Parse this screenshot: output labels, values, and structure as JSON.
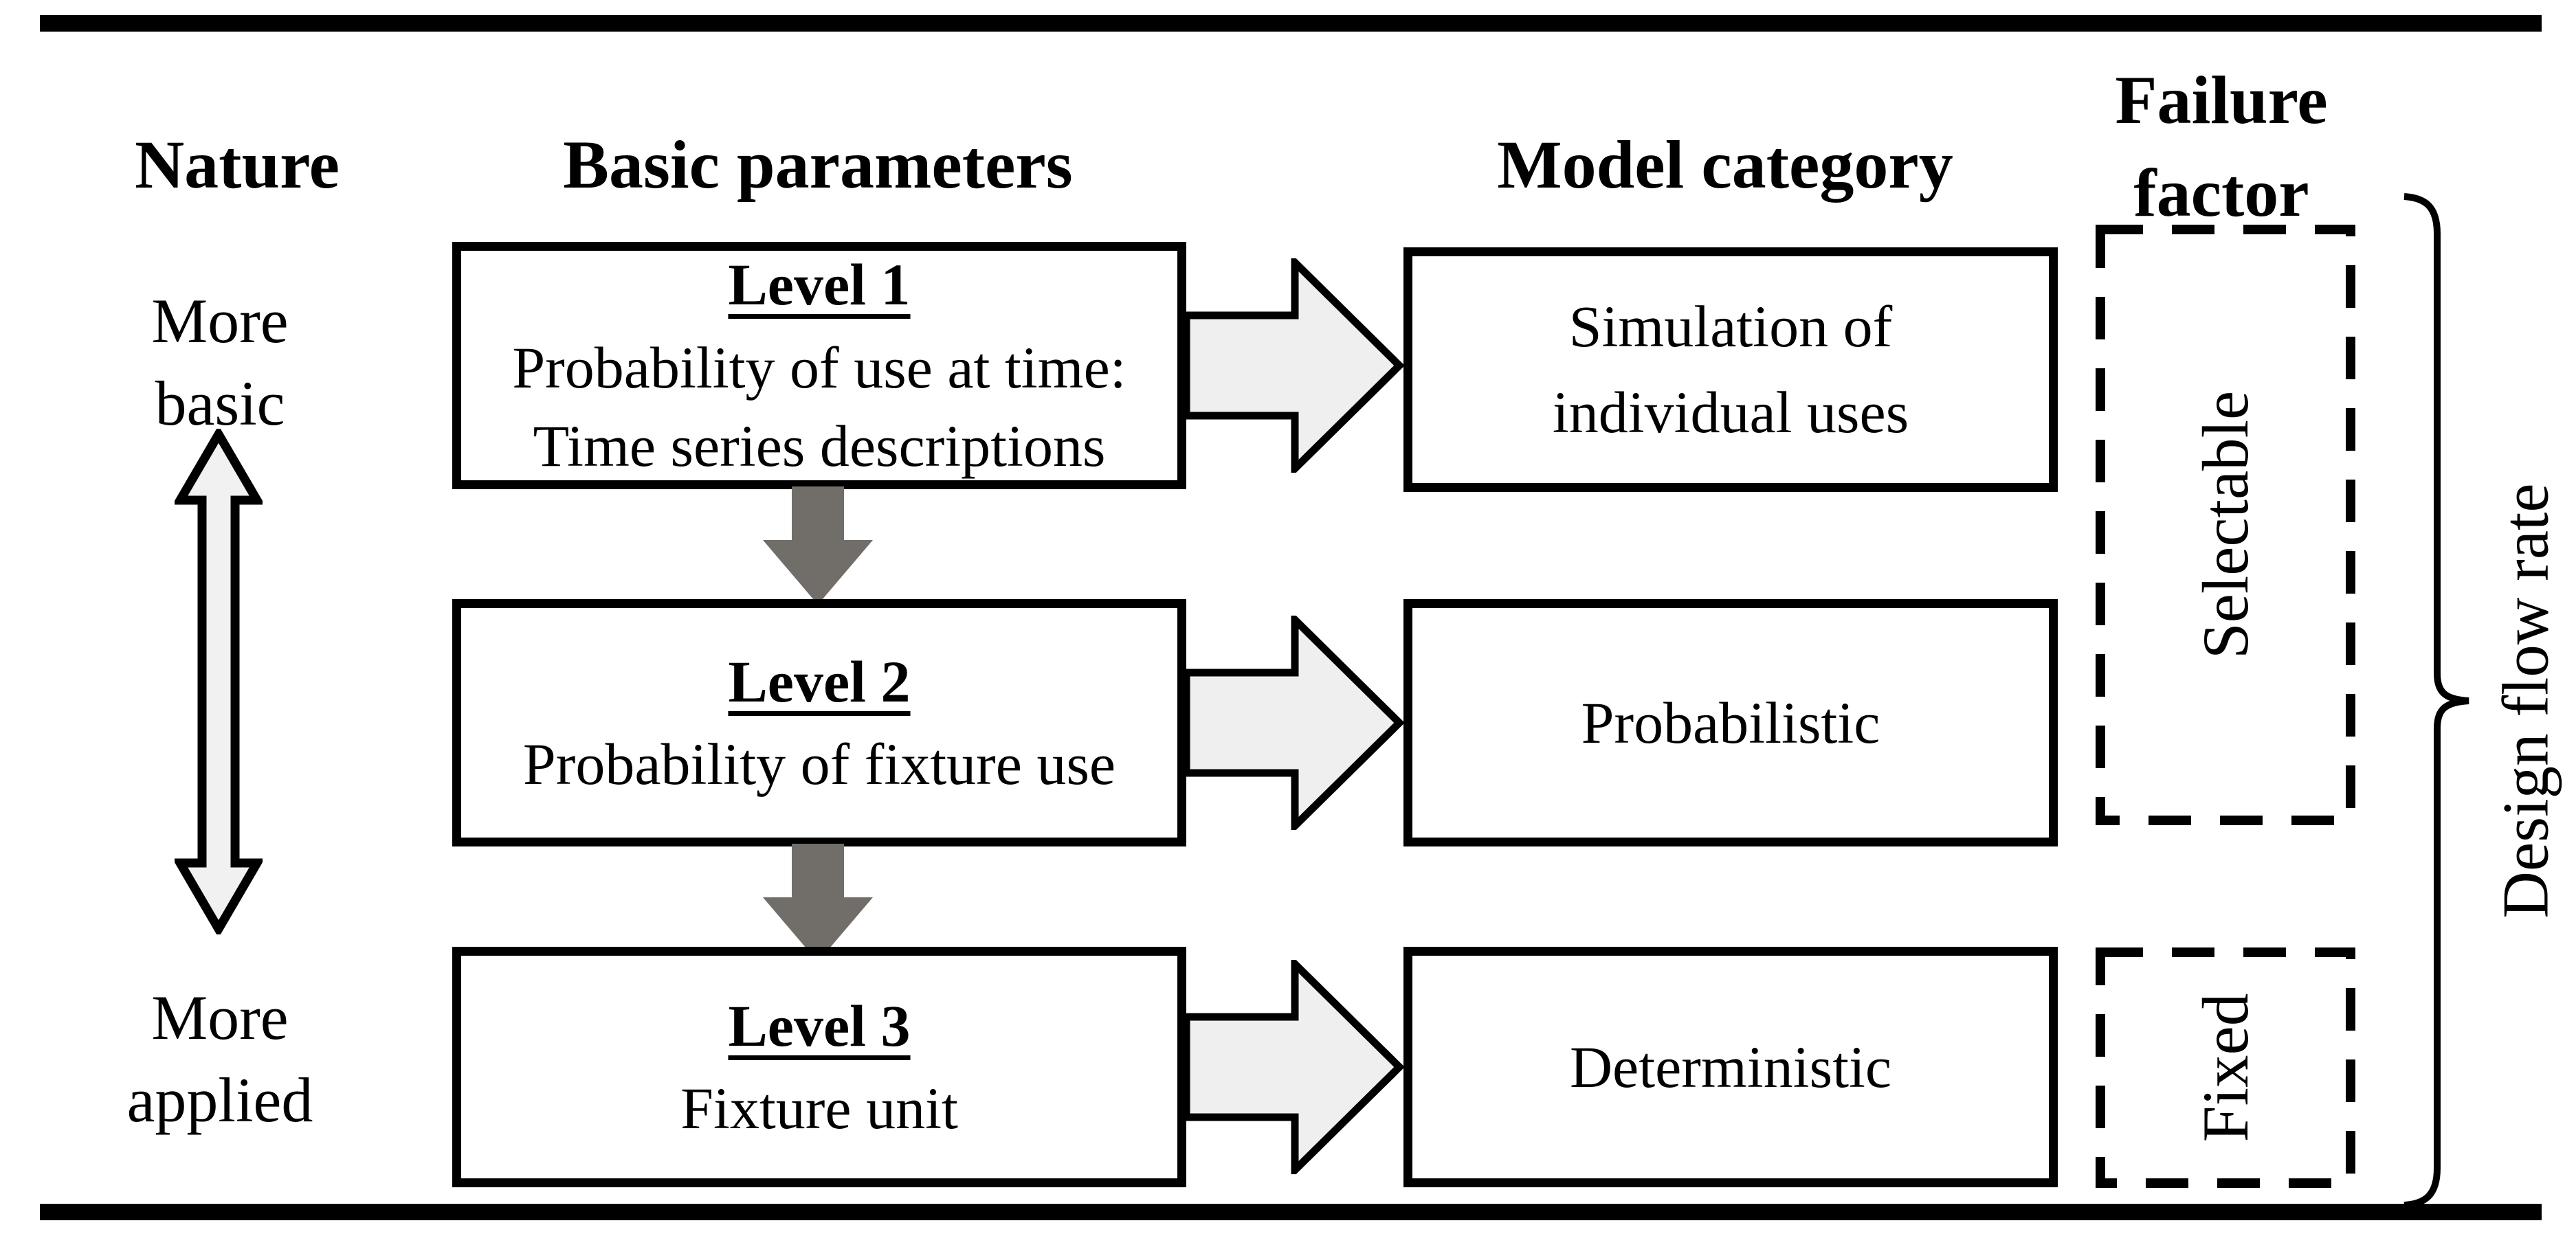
{
  "colors": {
    "ink": "#000000",
    "down-arrow-gray": "#716d69",
    "block-arrow-fill": "#efefef",
    "double-arrow-fill": "#f1f1f1",
    "background": "#ffffff"
  },
  "column_headers": {
    "nature": "Nature",
    "basic_parameters": "Basic parameters",
    "model_category": "Model category",
    "failure_factor_line1": "Failure",
    "failure_factor_line2": "factor"
  },
  "nature_axis": {
    "top_label_line1": "More",
    "top_label_line2": "basic",
    "bottom_label_line1": "More",
    "bottom_label_line2": "applied"
  },
  "rows": [
    {
      "level_title": "Level 1",
      "level_line1": "Probability of use at time:",
      "level_line2": "Time series descriptions",
      "model_line1": "Simulation of",
      "model_line2": "individual uses"
    },
    {
      "level_title": "Level 2",
      "level_line1": "Probability of fixture use",
      "model_line1": "Probabilistic"
    },
    {
      "level_title": "Level 3",
      "level_line1": "Fixture unit",
      "model_line1": "Deterministic"
    }
  ],
  "failure_factor": {
    "selectable_label": "Selectable",
    "fixed_label": "Fixed"
  },
  "brace_label": "Design flow rate"
}
